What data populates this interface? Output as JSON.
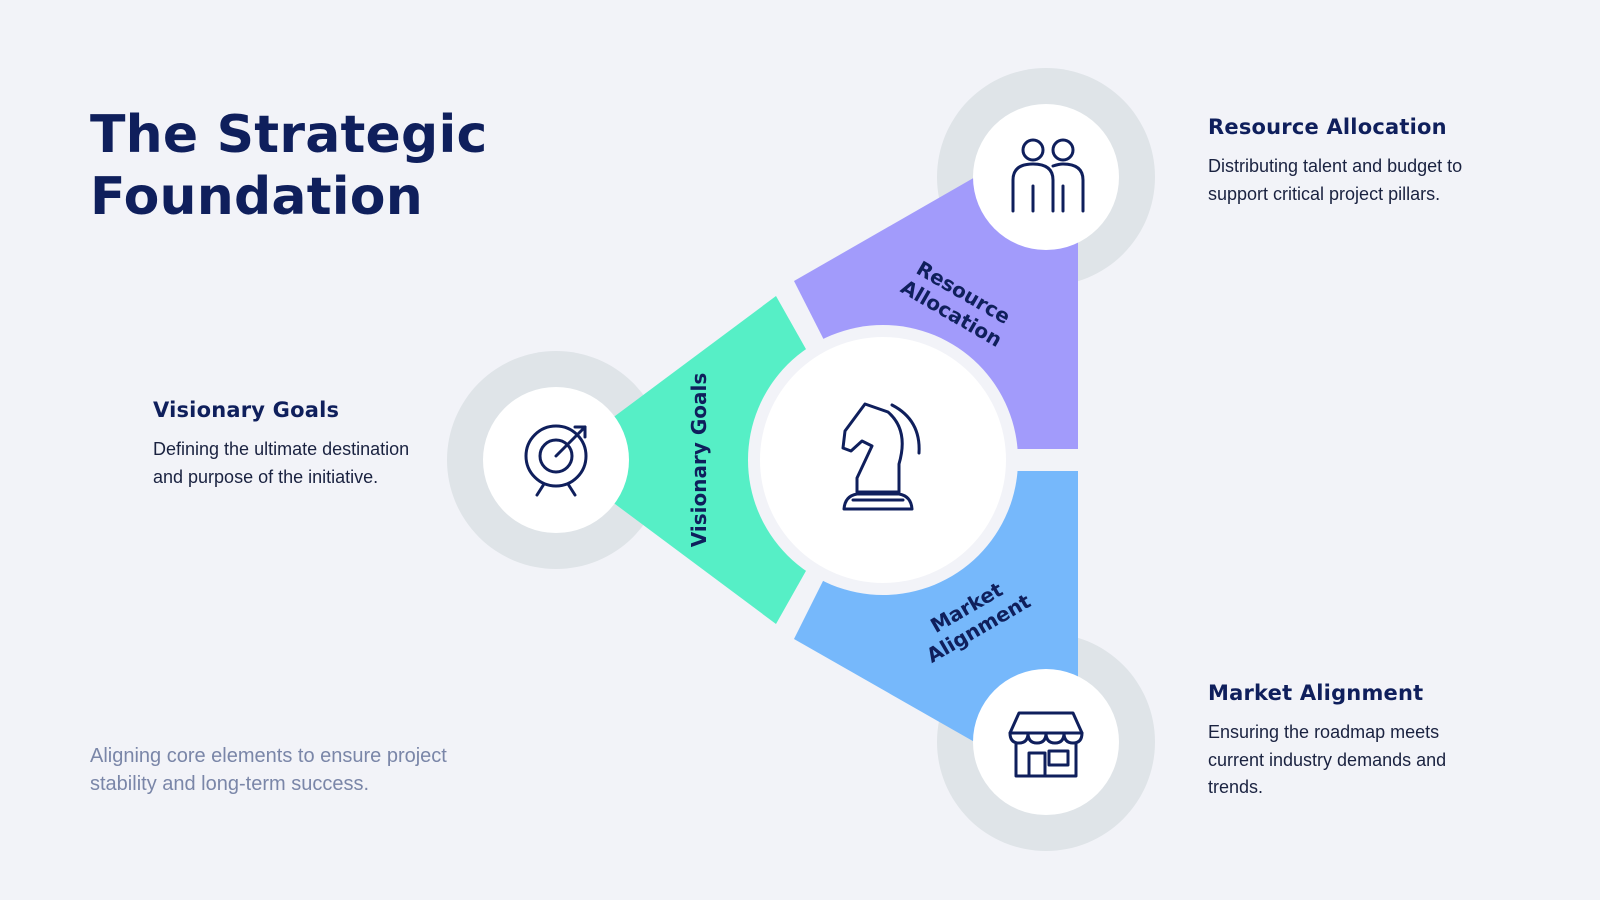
{
  "title_line1": "The Strategic",
  "title_line2": "Foundation",
  "subtitle": "Aligning core elements to ensure project stability and long-term success.",
  "colors": {
    "visionary": "#56efc6",
    "resource": "#a29bfb",
    "market": "#76b8fb",
    "ring": "#dfe4e8",
    "navy": "#0f1f5c"
  },
  "segments": {
    "visionary": "Visionary Goals",
    "resource_l1": "Resource",
    "resource_l2": "Allocation",
    "market_l1": "Market",
    "market_l2": "Alignment"
  },
  "icons": {
    "center": "chess-knight-icon",
    "visionary": "target-icon",
    "resource": "team-icon",
    "market": "storefront-icon"
  },
  "callouts": {
    "visionary": {
      "title": "Visionary Goals",
      "text": "Defining the ultimate destination and purpose of the initiative."
    },
    "resource": {
      "title": "Resource Allocation",
      "text": "Distributing talent and budget to support critical project pillars."
    },
    "market": {
      "title": "Market Alignment",
      "text": "Ensuring the roadmap meets current industry demands and trends."
    }
  }
}
